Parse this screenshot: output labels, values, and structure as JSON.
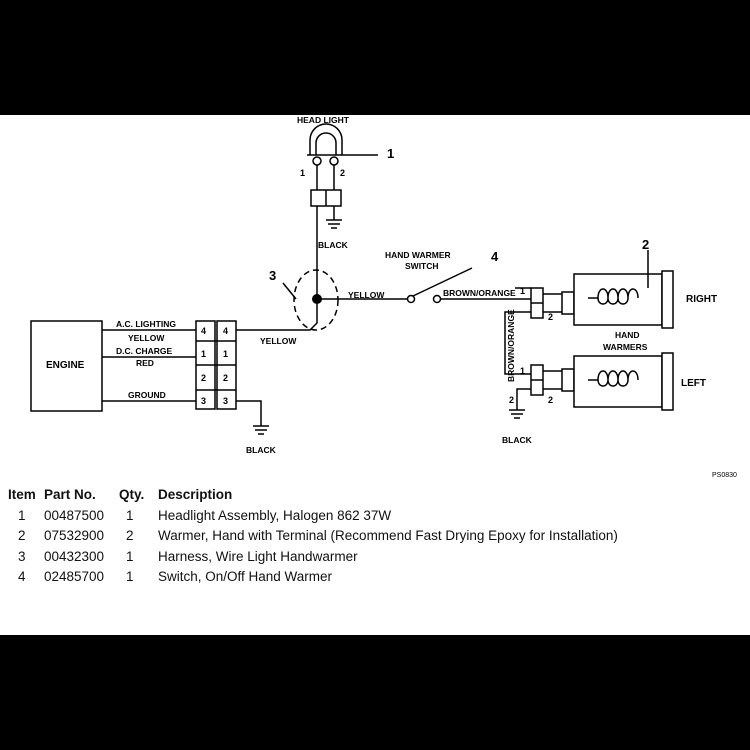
{
  "diagram": {
    "headlight_label": "HEAD LIGHT",
    "headlight_pin1": "1",
    "headlight_pin2": "2",
    "black_top": "BLACK",
    "callout_1": "1",
    "callout_2": "2",
    "callout_3": "3",
    "callout_4": "4",
    "engine_label": "ENGINE",
    "ac_lighting": "A.C. LIGHTING",
    "yellow_engine": "YELLOW",
    "dc_charge": "D.C. CHARGE",
    "red": "RED",
    "ground": "GROUND",
    "conn_left_pins": [
      "4",
      "1",
      "2",
      "3"
    ],
    "conn_right_pins": [
      "4",
      "1",
      "2",
      "3"
    ],
    "yellow_main": "YELLOW",
    "yellow_branch": "YELLOW",
    "black_bottom": "BLACK",
    "switch_label_line1": "HAND WARMER",
    "switch_label_line2": "SWITCH",
    "brown_orange_h": "BROWN/ORANGE",
    "brown_orange_v": "BROWN/ORANGE",
    "warmer_top_pin1": "1",
    "warmer_top_pin2": "2",
    "warmer_bot_pin1": "1",
    "warmer_bot_pin2": "2",
    "warmer_bot_ground": "2",
    "right_label": "RIGHT",
    "left_label": "LEFT",
    "hand_warmers_line1": "HAND",
    "hand_warmers_line2": "WARMERS",
    "black_right": "BLACK",
    "figure_code": "PS0830"
  },
  "parts_table": {
    "headers": {
      "item": "Item",
      "part_no": "Part No.",
      "qty": "Qty.",
      "description": "Description"
    },
    "rows": [
      {
        "item": "1",
        "part_no": "00487500",
        "qty": "1",
        "description": "Headlight Assembly, Halogen 862 37W"
      },
      {
        "item": "2",
        "part_no": "07532900",
        "qty": "2",
        "description": "Warmer, Hand with Terminal (Recommend Fast Drying Epoxy for Installation)"
      },
      {
        "item": "3",
        "part_no": "00432300",
        "qty": "1",
        "description": "Harness, Wire Light Handwarmer"
      },
      {
        "item": "4",
        "part_no": "02485700",
        "qty": "1",
        "description": "Switch, On/Off Hand Warmer"
      }
    ]
  }
}
